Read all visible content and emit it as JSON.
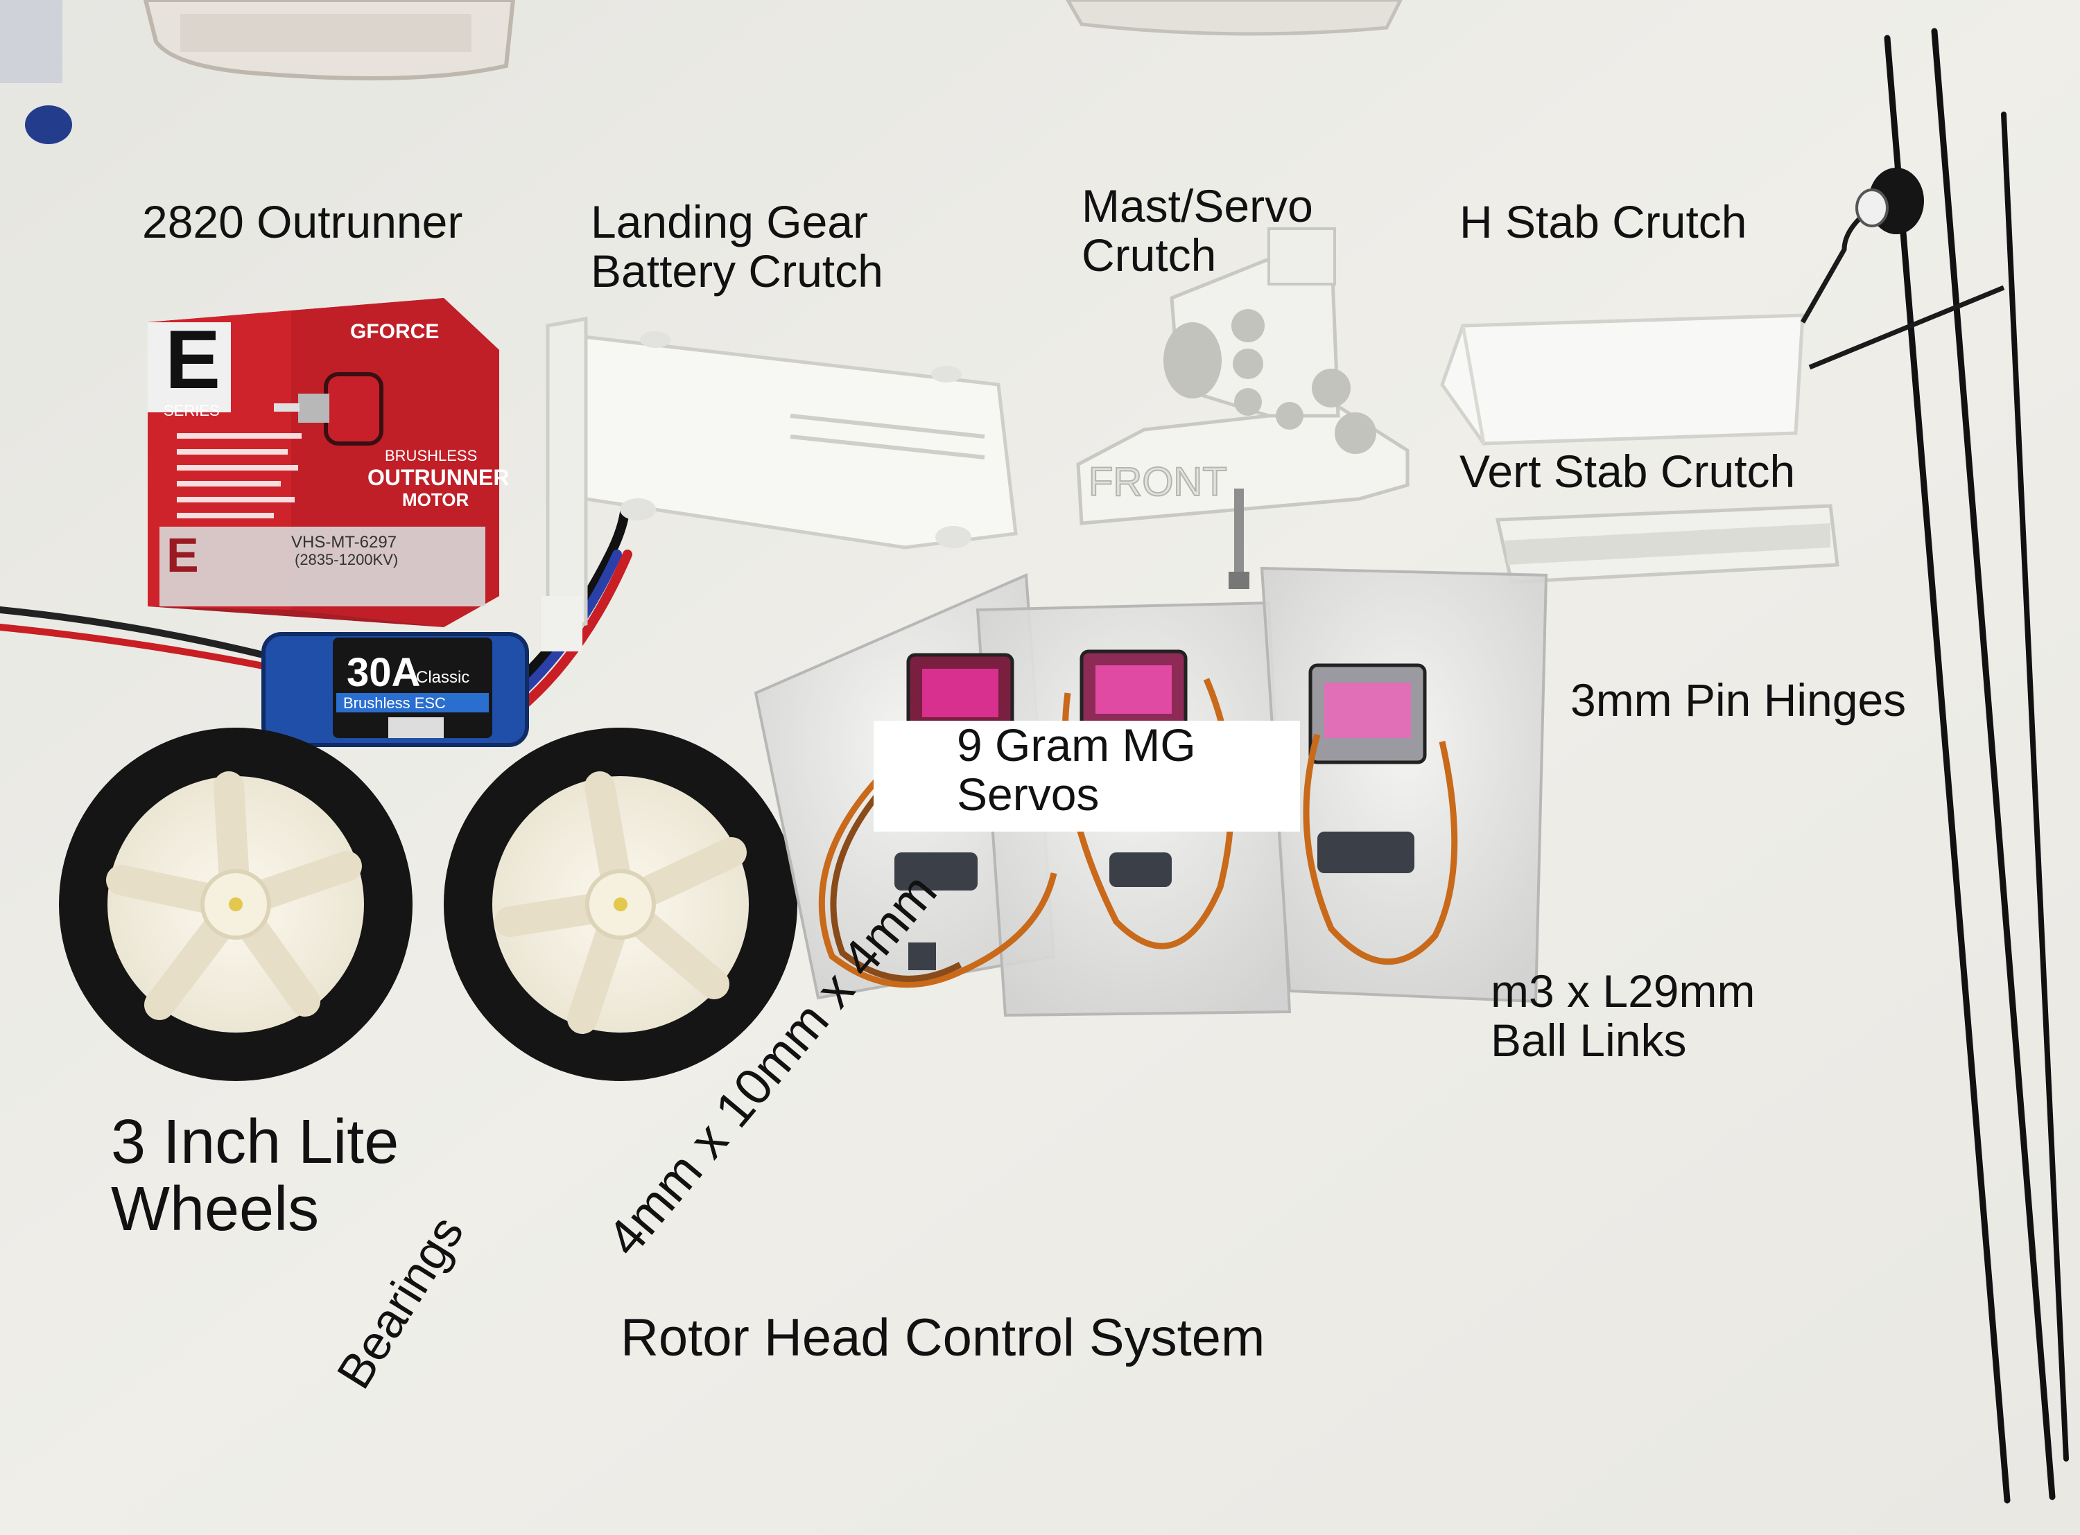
{
  "labels": {
    "outrunner": "2820 Outrunner",
    "landing_gear_line1": "Landing Gear",
    "landing_gear_line2": "Battery Crutch",
    "mast_line1": "Mast/Servo",
    "mast_line2": "Crutch",
    "h_stab": "H Stab Crutch",
    "vert_stab": "Vert Stab Crutch",
    "pin_hinges": "3mm Pin Hinges",
    "servos_line1": "9 Gram MG",
    "servos_line2": "Servos",
    "ball_links_line1": "m3 x L29mm",
    "ball_links_line2": "Ball Links",
    "wheels_line1": "3 Inch Lite",
    "wheels_line2": "Wheels",
    "bearings_line1": "4mm x 10mm x 4mm",
    "bearings_line2": "Bearings",
    "rotor_head": "Rotor Head Control System"
  },
  "product_text": {
    "motor_box_brand": "GFORCE",
    "motor_box_series_letter": "E",
    "motor_box_series": "SERIES",
    "motor_box_brushless": "BRUSHLESS",
    "motor_box_outrunner": "OUTRUNNER",
    "motor_box_motor": "MOTOR",
    "motor_box_model": "VHS-MT-6297",
    "motor_box_kv": "(2835-1200KV)",
    "esc_rating": "30A",
    "esc_classic": "Classic",
    "esc_type": "Brushless ESC",
    "mast_front": "FRONT"
  },
  "colors": {
    "background": "#ecebe6",
    "printed_parts": "#f7f7f4",
    "motor_box_red": "#c8232c",
    "esc_blue": "#1f4fa8",
    "tire_black": "#151515",
    "servo_pink": "#d7308f",
    "rod_black": "#111111"
  }
}
